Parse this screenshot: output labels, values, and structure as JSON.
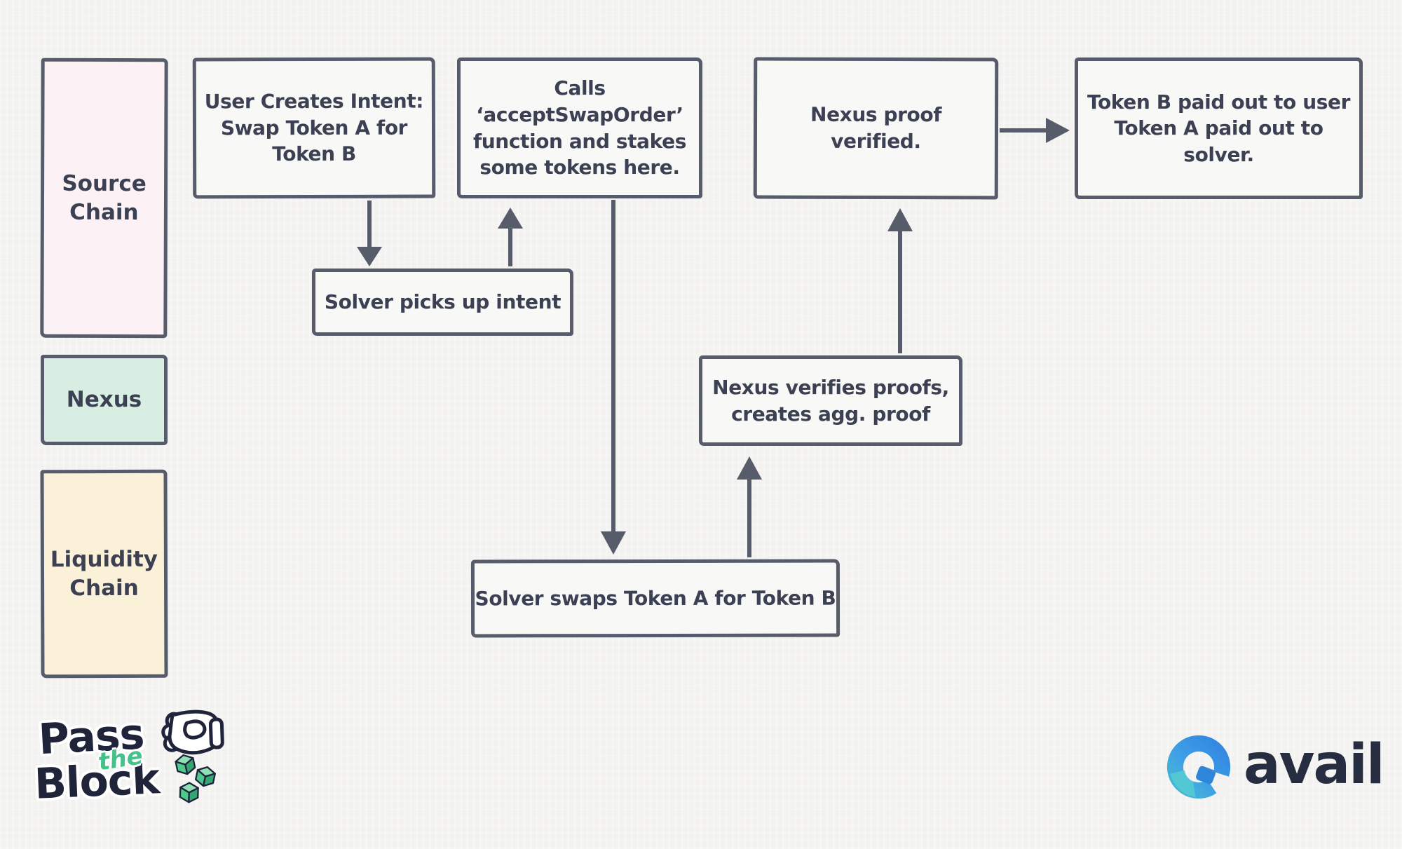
{
  "diagram": {
    "lanes": [
      {
        "id": "source-chain",
        "label": "Source\nChain",
        "fill": "#fcf1f4"
      },
      {
        "id": "nexus",
        "label": "Nexus",
        "fill": "#d8eee2"
      },
      {
        "id": "liquidity-chain",
        "label": "Liquidity\nChain",
        "fill": "#fbf0d8"
      }
    ],
    "nodes": [
      {
        "id": "user-creates-intent",
        "text": "User Creates Intent:\nSwap Token A for\nToken B"
      },
      {
        "id": "calls-accept-swap",
        "text": "Calls\n‘acceptSwapOrder’\nfunction and stakes\nsome tokens here."
      },
      {
        "id": "nexus-proof-verified",
        "text": "Nexus proof\nverified."
      },
      {
        "id": "tokens-paid-out",
        "text": "Token B paid out to user\nToken A paid out to solver."
      },
      {
        "id": "solver-picks-intent",
        "text": "Solver picks up intent"
      },
      {
        "id": "nexus-verifies",
        "text": "Nexus verifies proofs,\ncreates agg. proof"
      },
      {
        "id": "solver-swaps",
        "text": "Solver swaps Token A for Token B"
      }
    ],
    "arrows": [
      {
        "from": "user-creates-intent",
        "to": "solver-picks-intent",
        "direction": "down"
      },
      {
        "from": "solver-picks-intent",
        "to": "calls-accept-swap",
        "direction": "up"
      },
      {
        "from": "calls-accept-swap",
        "to": "solver-swaps",
        "direction": "down"
      },
      {
        "from": "solver-swaps",
        "to": "nexus-verifies",
        "direction": "up"
      },
      {
        "from": "nexus-verifies",
        "to": "nexus-proof-verified",
        "direction": "up"
      },
      {
        "from": "nexus-proof-verified",
        "to": "tokens-paid-out",
        "direction": "right"
      }
    ]
  },
  "branding": {
    "pass_the_block": {
      "word1": "Pass",
      "word2": "the",
      "word3": "Block"
    },
    "avail": {
      "wordmark": "avail"
    }
  },
  "icons": [
    {
      "name": "fist-icon",
      "meaning": "fist tossing dice"
    },
    {
      "name": "dice-icon",
      "meaning": "green block die"
    },
    {
      "name": "avail-logo-icon",
      "meaning": "avail blue ring mark"
    }
  ],
  "colors": {
    "background": "#f3f2f1",
    "node_fill": "#f8f8f7",
    "stroke": "#575c6a",
    "text": "#3b4053",
    "lane_pink": "#fcf1f4",
    "lane_mint": "#d8eee2",
    "lane_cream": "#fbf0d8",
    "brand_green": "#45c289",
    "brand_navy": "#20243a",
    "avail_blue": "#2f86dd",
    "avail_teal": "#4ac2cd"
  }
}
